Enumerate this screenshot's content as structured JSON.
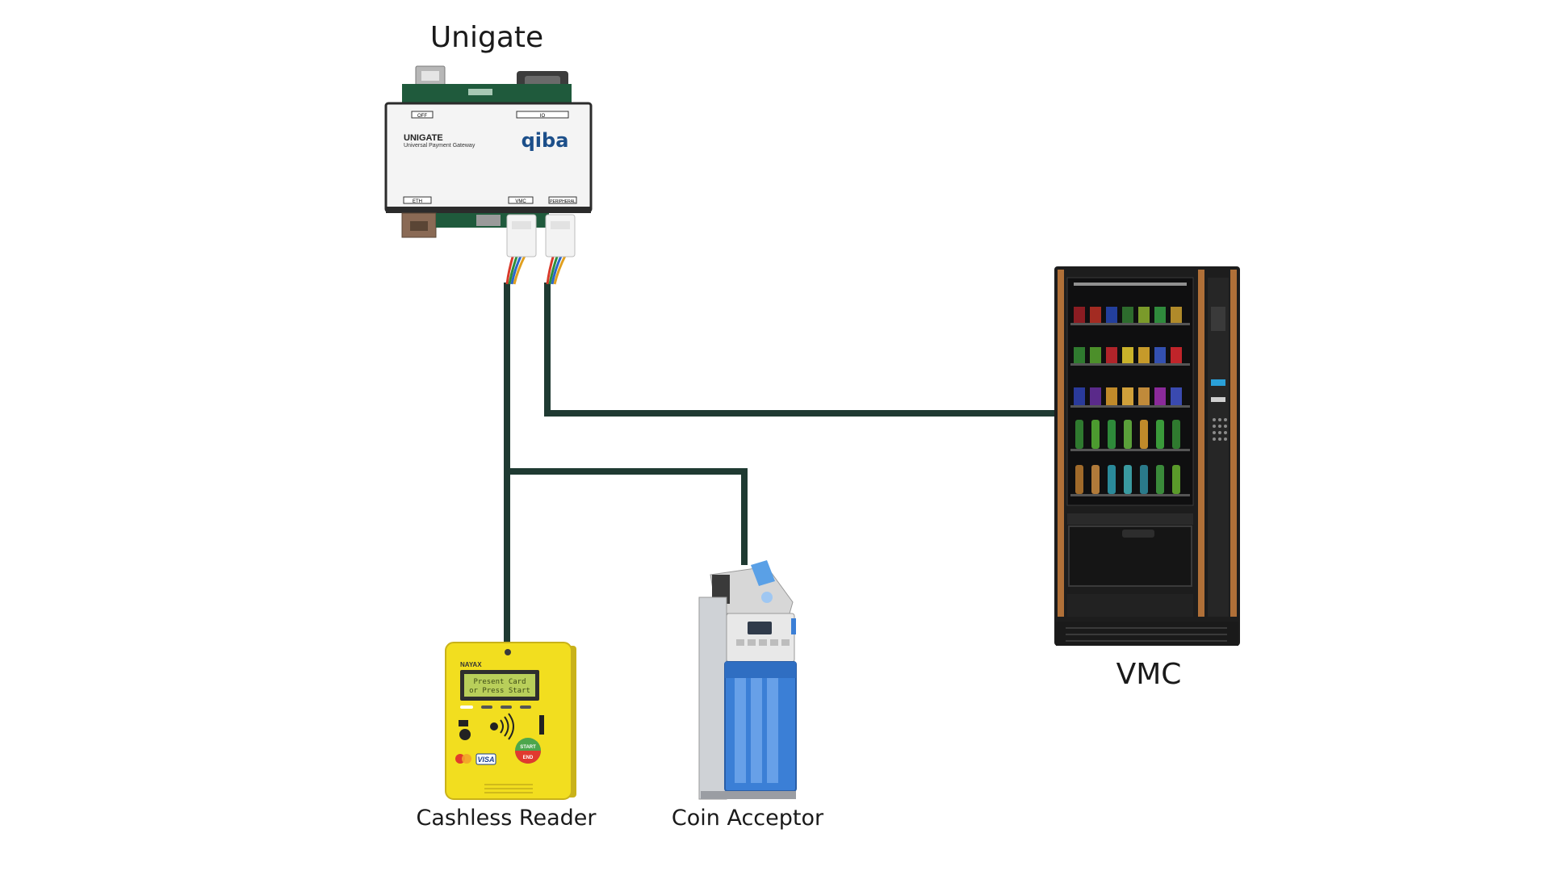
{
  "labels": {
    "unigate": "Unigate",
    "cashless_reader": "Cashless Reader",
    "coin_acceptor": "Coin Acceptor",
    "vmc": "VMC"
  },
  "unigate_device": {
    "brand_title": "UNIGATE",
    "brand_subtitle": "Universal Payment Gateway",
    "logo": "qiba",
    "port_labels": [
      "OFF",
      "IO",
      "ETH",
      "VMC",
      "PERIPHERAL"
    ]
  },
  "cashless_device": {
    "brand": "NAYAX",
    "screen_line1": "Present Card",
    "screen_line2": "or Press Start",
    "start_label": "START",
    "end_label": "END",
    "card_logos": [
      "mastercard",
      "VISA"
    ]
  },
  "colors": {
    "cable": "#1f3a32",
    "cashless_body": "#f2de1f",
    "coin_acceptor_blue": "#3b7fd6",
    "vmc_body": "#1d1d1d",
    "vmc_trim": "#b07038",
    "unigate_body": "#f4f4f4"
  },
  "icons": [
    "cable-connector-icon",
    "contactless-icon",
    "vending-machine-icon"
  ]
}
